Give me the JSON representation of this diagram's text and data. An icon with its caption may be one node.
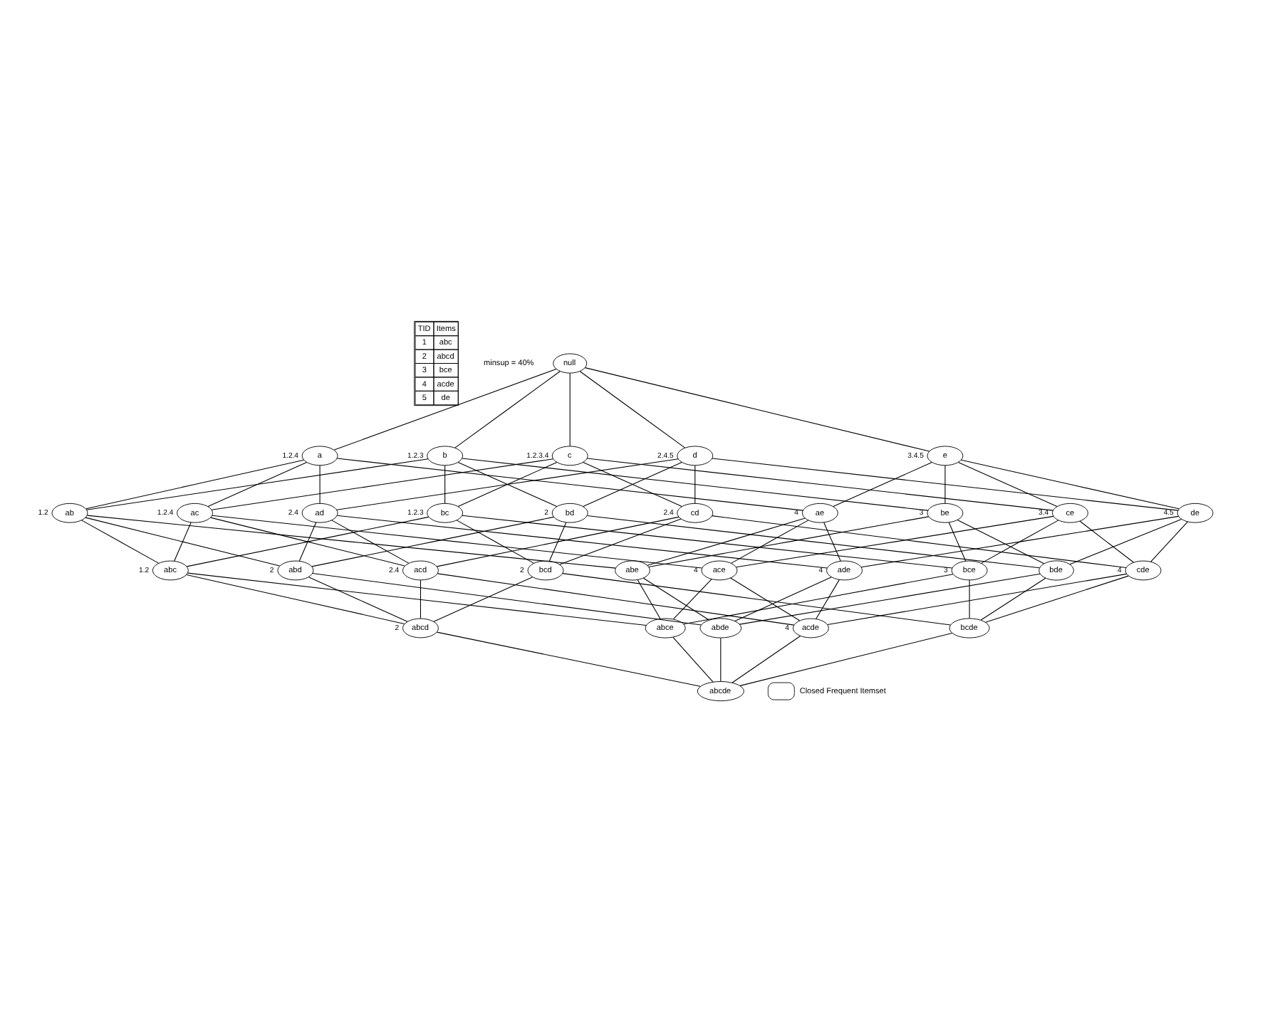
{
  "diagram": {
    "nodes": [
      {
        "text": [
          "null"
        ]
      },
      {
        "text": [
          "a"
        ],
        "beside": [
          "1.2.4"
        ]
      },
      {
        "text": [
          "b"
        ],
        "beside": [
          "1.2.3"
        ]
      },
      {
        "text": [
          "c"
        ],
        "beside": [
          "1.2.3.4"
        ]
      },
      {
        "text": [
          "d"
        ],
        "beside": [
          "2.4.5"
        ]
      },
      {
        "text": [
          "e"
        ],
        "beside": [
          "3.4.5"
        ]
      },
      {
        "text": [
          "ab"
        ],
        "beside": [
          "1.2"
        ]
      },
      {
        "text": [
          "ac"
        ],
        "beside": [
          "1.2.4"
        ]
      },
      {
        "text": [
          "ad"
        ],
        "beside": [
          "2.4"
        ]
      },
      {
        "text": [
          "ae"
        ],
        "beside": [
          "4"
        ]
      },
      {
        "text": [
          "bc"
        ],
        "beside": [
          "1.2.3"
        ]
      },
      {
        "text": [
          "bd"
        ],
        "beside": [
          "2"
        ]
      },
      {
        "text": [
          "be"
        ],
        "beside": [
          "3"
        ]
      },
      {
        "text": [
          "cd"
        ],
        "beside": [
          "2.4"
        ]
      },
      {
        "text": [
          "ce"
        ],
        "beside": [
          "3.4"
        ]
      },
      {
        "text": [
          "de"
        ],
        "beside": [
          "4.5"
        ]
      },
      {
        "text": [
          "abc"
        ],
        "beside": [
          "1.2"
        ]
      },
      {
        "text": [
          "abd"
        ],
        "beside": [
          "2"
        ]
      },
      {
        "text": [
          "abe"
        ]
      },
      {
        "text": [
          "acd"
        ],
        "beside": [
          "2.4"
        ]
      },
      {
        "text": [
          "ace"
        ],
        "beside": [
          "4"
        ]
      },
      {
        "text": [
          "ade"
        ],
        "beside": [
          "4"
        ]
      },
      {
        "text": [
          "bcd"
        ],
        "beside": [
          "2"
        ]
      },
      {
        "text": [
          "bce"
        ],
        "beside": [
          "3"
        ]
      },
      {
        "text": [
          "bde"
        ]
      },
      {
        "text": [
          "cde"
        ],
        "beside": [
          "4"
        ]
      },
      {
        "text": [
          "abcd"
        ],
        "beside": [
          "2"
        ]
      },
      {
        "text": [
          "abce"
        ]
      },
      {
        "text": [
          "abde"
        ]
      },
      {
        "text": [
          "acde"
        ],
        "beside": [
          "4"
        ]
      },
      {
        "text": [
          "bcde"
        ]
      },
      {
        "text": [
          "abcde"
        ]
      }
    ],
    "edges": [
      {
        "from": 0,
        "to": 1,
        "arrow": "none"
      },
      {
        "from": 0,
        "to": 2,
        "arrow": "none"
      },
      {
        "from": 0,
        "to": 3,
        "arrow": "none"
      },
      {
        "from": 0,
        "to": 4,
        "arrow": "none"
      },
      {
        "from": 0,
        "to": 5,
        "arrow": "none"
      },
      {
        "from": 1,
        "to": 6,
        "arrow": "none"
      },
      {
        "from": 1,
        "to": 7,
        "arrow": "none"
      },
      {
        "from": 1,
        "to": 8,
        "arrow": "none"
      },
      {
        "from": 1,
        "to": 9,
        "arrow": "none"
      },
      {
        "from": 2,
        "to": 6,
        "arrow": "none"
      },
      {
        "from": 2,
        "to": 10,
        "arrow": "none"
      },
      {
        "from": 2,
        "to": 11,
        "arrow": "none"
      },
      {
        "from": 2,
        "to": 12,
        "arrow": "none"
      },
      {
        "from": 3,
        "to": 7,
        "arrow": "none"
      },
      {
        "from": 3,
        "to": 10,
        "arrow": "none"
      },
      {
        "from": 3,
        "to": 13,
        "arrow": "none"
      },
      {
        "from": 3,
        "to": 14,
        "arrow": "none"
      },
      {
        "from": 4,
        "to": 8,
        "arrow": "none"
      },
      {
        "from": 4,
        "to": 11,
        "arrow": "none"
      },
      {
        "from": 4,
        "to": 13,
        "arrow": "none"
      },
      {
        "from": 4,
        "to": 15,
        "arrow": "none"
      },
      {
        "from": 5,
        "to": 9,
        "arrow": "none"
      },
      {
        "from": 5,
        "to": 12,
        "arrow": "none"
      },
      {
        "from": 5,
        "to": 14,
        "arrow": "none"
      },
      {
        "from": 5,
        "to": 15,
        "arrow": "none"
      },
      {
        "from": 6,
        "to": 16,
        "arrow": "none"
      },
      {
        "from": 6,
        "to": 17,
        "arrow": "none"
      },
      {
        "from": 6,
        "to": 18,
        "arrow": "none"
      },
      {
        "from": 7,
        "to": 16,
        "arrow": "none"
      },
      {
        "from": 7,
        "to": 19,
        "arrow": "none"
      },
      {
        "from": 7,
        "to": 20,
        "arrow": "none"
      },
      {
        "from": 8,
        "to": 17,
        "arrow": "none"
      },
      {
        "from": 8,
        "to": 19,
        "arrow": "none"
      },
      {
        "from": 8,
        "to": 21,
        "arrow": "none"
      },
      {
        "from": 9,
        "to": 18,
        "arrow": "none"
      },
      {
        "from": 9,
        "to": 20,
        "arrow": "none"
      },
      {
        "from": 9,
        "to": 21,
        "arrow": "none"
      },
      {
        "from": 10,
        "to": 16,
        "arrow": "none"
      },
      {
        "from": 10,
        "to": 22,
        "arrow": "none"
      },
      {
        "from": 10,
        "to": 23,
        "arrow": "none"
      },
      {
        "from": 11,
        "to": 17,
        "arrow": "none"
      },
      {
        "from": 11,
        "to": 22,
        "arrow": "none"
      },
      {
        "from": 11,
        "to": 24,
        "arrow": "none"
      },
      {
        "from": 12,
        "to": 18,
        "arrow": "none"
      },
      {
        "from": 12,
        "to": 23,
        "arrow": "none"
      },
      {
        "from": 12,
        "to": 24,
        "arrow": "none"
      },
      {
        "from": 13,
        "to": 19,
        "arrow": "none"
      },
      {
        "from": 13,
        "to": 22,
        "arrow": "none"
      },
      {
        "from": 13,
        "to": 25,
        "arrow": "none"
      },
      {
        "from": 14,
        "to": 20,
        "arrow": "none"
      },
      {
        "from": 14,
        "to": 23,
        "arrow": "none"
      },
      {
        "from": 14,
        "to": 25,
        "arrow": "none"
      },
      {
        "from": 15,
        "to": 21,
        "arrow": "none"
      },
      {
        "from": 15,
        "to": 24,
        "arrow": "none"
      },
      {
        "from": 15,
        "to": 25,
        "arrow": "none"
      },
      {
        "from": 16,
        "to": 26,
        "arrow": "none"
      },
      {
        "from": 16,
        "to": 27,
        "arrow": "none"
      },
      {
        "from": 17,
        "to": 26,
        "arrow": "none"
      },
      {
        "from": 17,
        "to": 28,
        "arrow": "none"
      },
      {
        "from": 18,
        "to": 27,
        "arrow": "none"
      },
      {
        "from": 18,
        "to": 28,
        "arrow": "none"
      },
      {
        "from": 19,
        "to": 26,
        "arrow": "none"
      },
      {
        "from": 19,
        "to": 29,
        "arrow": "none"
      },
      {
        "from": 20,
        "to": 27,
        "arrow": "none"
      },
      {
        "from": 20,
        "to": 29,
        "arrow": "none"
      },
      {
        "from": 21,
        "to": 28,
        "arrow": "none"
      },
      {
        "from": 21,
        "to": 29,
        "arrow": "none"
      },
      {
        "from": 22,
        "to": 26,
        "arrow": "none"
      },
      {
        "from": 22,
        "to": 30,
        "arrow": "none"
      },
      {
        "from": 23,
        "to": 27,
        "arrow": "none"
      },
      {
        "from": 23,
        "to": 30,
        "arrow": "none"
      },
      {
        "from": 24,
        "to": 28,
        "arrow": "none"
      },
      {
        "from": 24,
        "to": 30,
        "arrow": "none"
      },
      {
        "from": 25,
        "to": 29,
        "arrow": "none"
      },
      {
        "from": 25,
        "to": 30,
        "arrow": "none"
      },
      {
        "from": 26,
        "to": 31,
        "arrow": "none"
      },
      {
        "from": 27,
        "to": 31,
        "arrow": "none"
      },
      {
        "from": 28,
        "to": 31,
        "arrow": "none"
      },
      {
        "from": 29,
        "to": 31,
        "arrow": "none"
      },
      {
        "from": 30,
        "to": 31,
        "arrow": "none"
      }
    ],
    "labels": [
      "TID",
      "Items",
      "1",
      "abc",
      "2",
      "abcd",
      "3",
      "bce",
      "4",
      "acde",
      "5",
      "de",
      "minsup = 40%"
    ],
    "legend": [
      {
        "text": "Closed Frequent Itemset"
      }
    ]
  }
}
